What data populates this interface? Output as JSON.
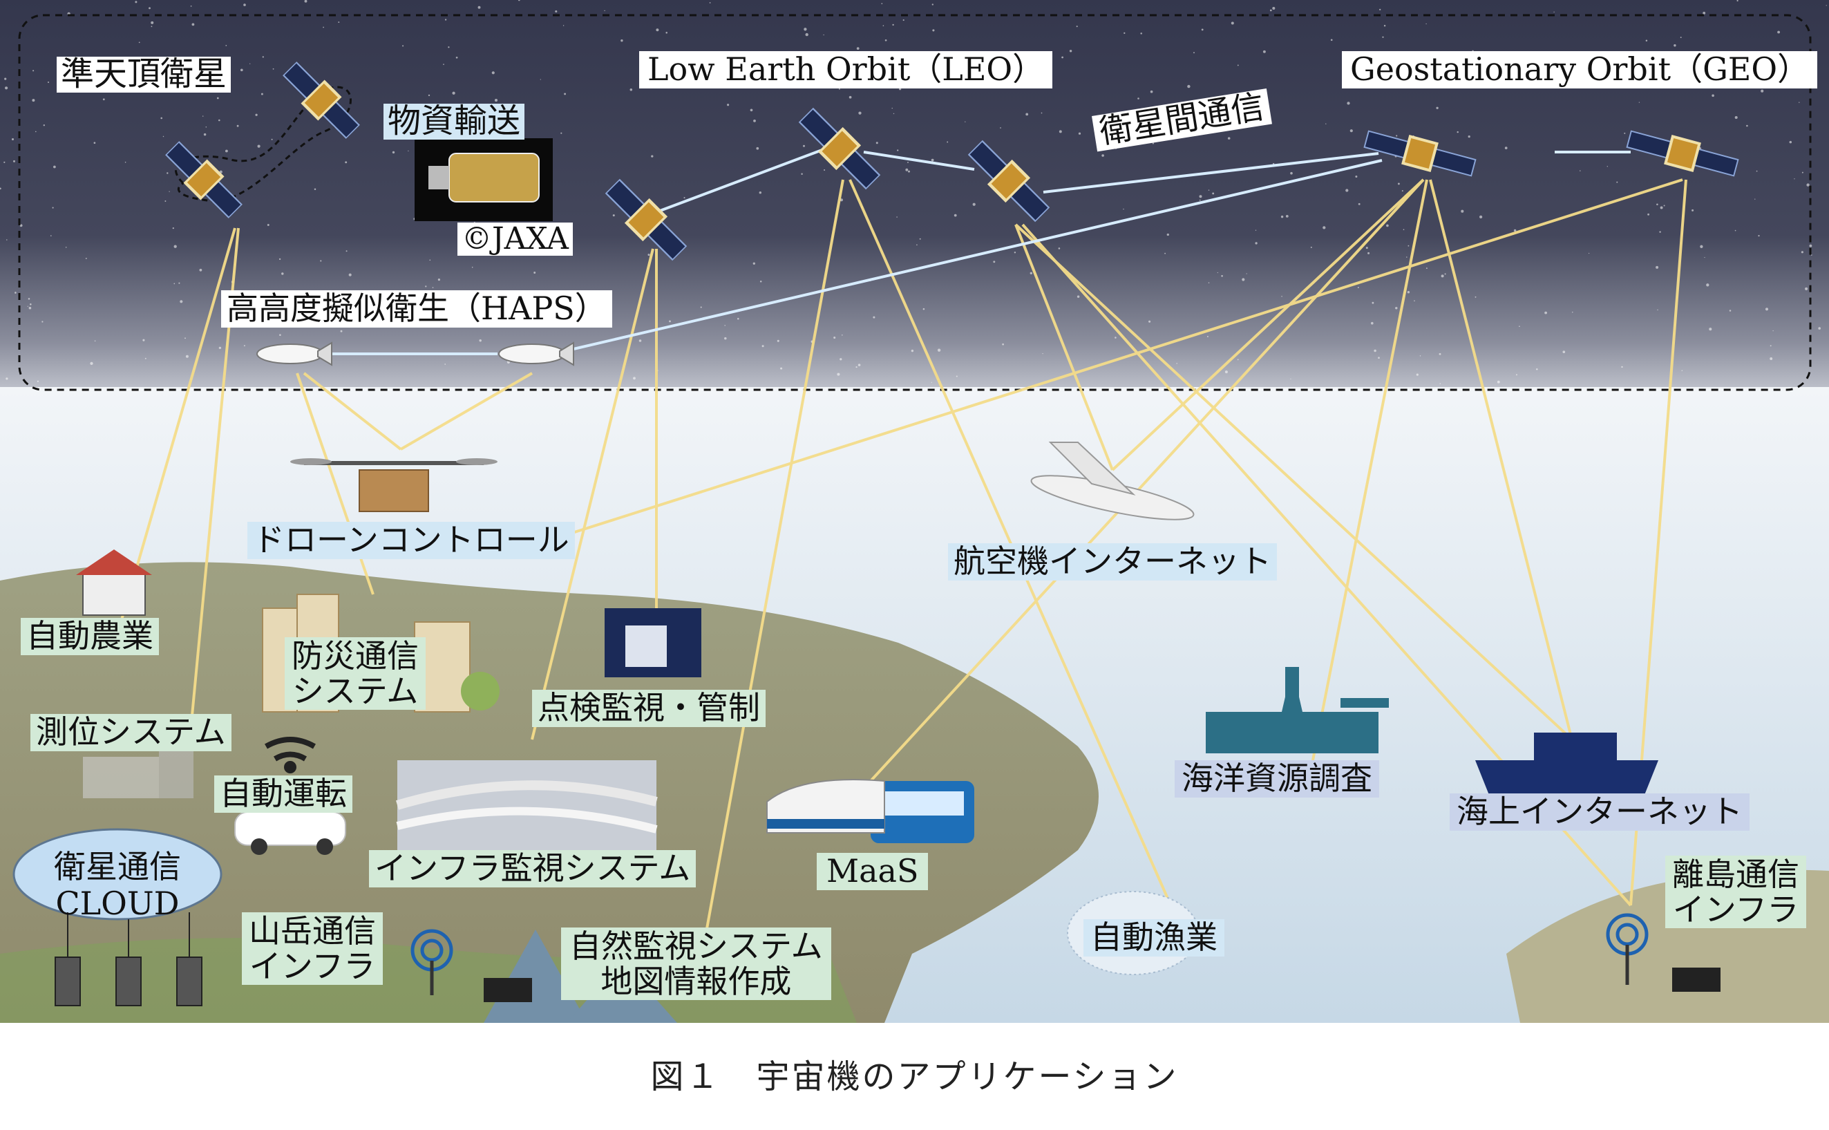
{
  "labels": {
    "qzss": "準天頂衛星",
    "cargo": "物資輸送",
    "jaxa": "©JAXA",
    "leo": "Low Earth Orbit（LEO）",
    "geo": "Geostationary Orbit（GEO）",
    "isl": "衛星間通信",
    "haps": "高高度擬似衛生（HAPS）",
    "drone": "ドローンコントロール",
    "aircraft": "航空機インターネット",
    "agri": "自動農業",
    "disaster_1": "防災通信",
    "disaster_2": "システム",
    "inspection": "点検監視・管制",
    "positioning": "測位システム",
    "autodrive": "自動運転",
    "infra_monitor": "インフラ監視システム",
    "maas": "MaaS",
    "ocean": "海洋資源調査",
    "maritime": "海上インターネット",
    "cloud_1": "衛星通信",
    "cloud_2": "CLOUD",
    "mountain_1": "山岳通信",
    "mountain_2": "インフラ",
    "nature_1": "自然監視システム",
    "nature_2": "地図情報作成",
    "fishing": "自動漁業",
    "island_1": "離島通信",
    "island_2": "インフラ"
  },
  "caption": "図１　宇宙機のアプリケーション",
  "colors": {
    "sky": "#3b3f55",
    "sky_deep": "#2c2f45",
    "land": "#a99e80",
    "land_grass": "#8fb15a",
    "sea": "#d9e6ef",
    "link_yellow": "#f4dc8a",
    "link_blue": "#cfe6ff",
    "label_green": "#d3ead7",
    "label_blue": "#d2e7f5",
    "label_lavender": "#c9d3ea"
  }
}
